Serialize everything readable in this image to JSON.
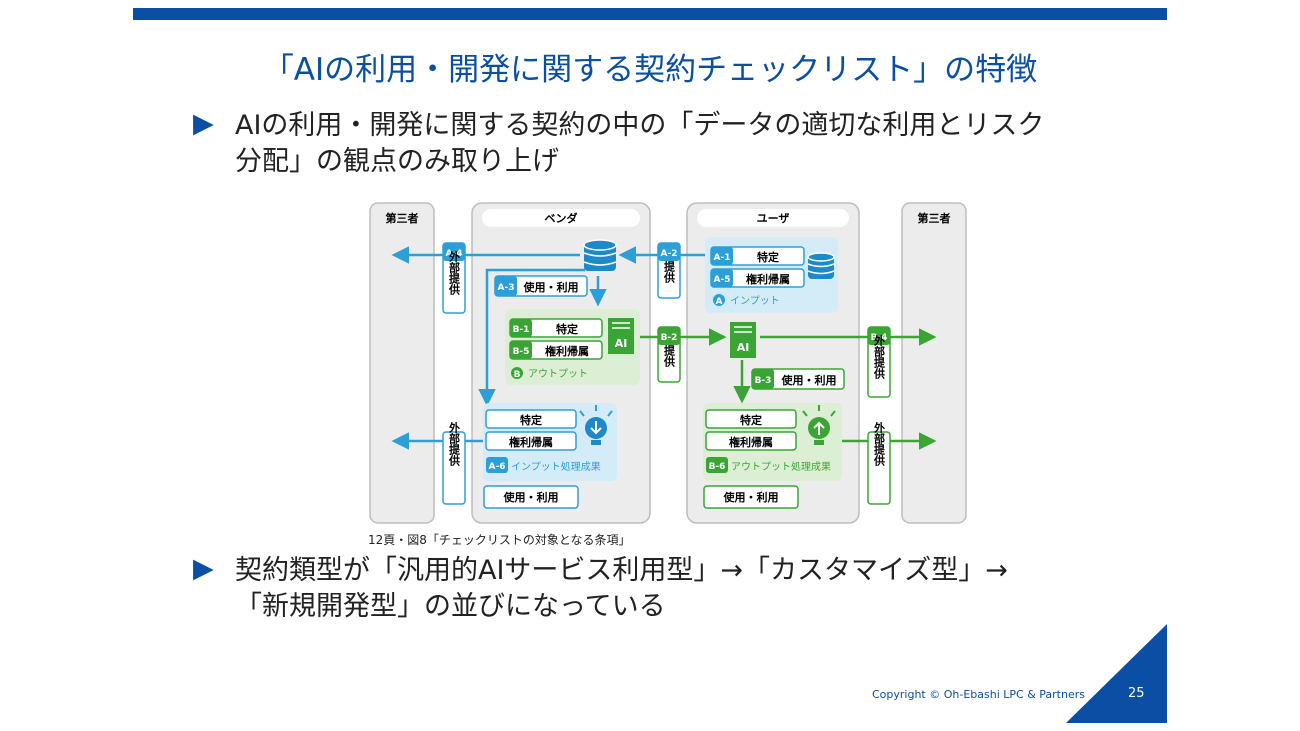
{
  "slide": {
    "title": "「AIの利用・開発に関する契約チェックリスト」の特徴",
    "bullet_marker": "▶",
    "bullet1_line1": "AIの利用・開発に関する契約の中の「データの適切な利用とリスク",
    "bullet1_line2": "分配」の観点のみ取り上げ",
    "bullet2_line1": "契約類型が「汎用的AIサービス利用型」→「カスタマイズ型」→",
    "bullet2_line2": "「新規開発型」の並びになっている",
    "caption": "12頁・図8「チェックリストの対象となる条項」",
    "copyright": "Copyright © Oh-Ebashi LPC & Partners",
    "page_number": "25",
    "accent_color": "#0a4fa3"
  },
  "diagram": {
    "third_party_left": "第三者",
    "vendor": "ベンダ",
    "user": "ユーザ",
    "third_party_right": "第三者",
    "a4": "A-4",
    "a2": "A-2",
    "a3": "A-3",
    "a1": "A-1",
    "a5": "A-5",
    "a6": "A-6",
    "b1": "B-1",
    "b2": "B-2",
    "b3": "B-3",
    "b4": "B-4",
    "b5": "B-5",
    "b6": "B-6",
    "tokutei": "特定",
    "kenri": "権利帰属",
    "shiyou": "使用・利用",
    "teikyo": "提供",
    "gaibu_teikyo": "外部提供",
    "ai": "AI",
    "input_mark": "A",
    "output_mark": "B",
    "input_label": "インプット",
    "output_label": "アウトプット",
    "input_result": "インプット処理成果",
    "output_result": "アウトプット処理成果"
  }
}
